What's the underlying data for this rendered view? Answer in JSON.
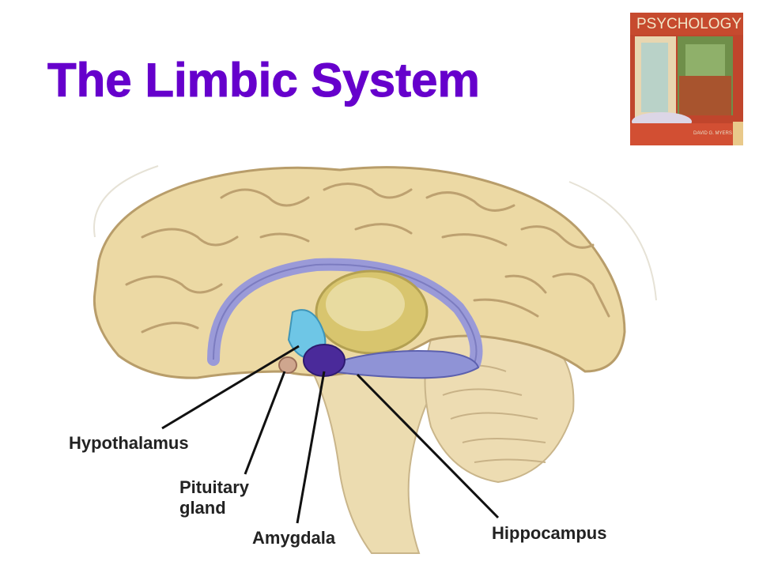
{
  "slide": {
    "title": "The Limbic System"
  },
  "book_cover": {
    "title": "PSYCHOLOGY",
    "author": "DAVID G. MYERS"
  },
  "diagram": {
    "labels": {
      "hypothalamus": "Hypothalamus",
      "pituitary": "Pituitary\ngland",
      "amygdala": "Amygdala",
      "hippocampus": "Hippocampus"
    }
  },
  "colors": {
    "title": "#6600cc",
    "cortex": "#ecd9a4",
    "limbic_band": "#9a9ad8",
    "hypothalamus": "#6ec6e6",
    "amygdala": "#4a2a9a",
    "thalamus": "#d8c56e"
  }
}
